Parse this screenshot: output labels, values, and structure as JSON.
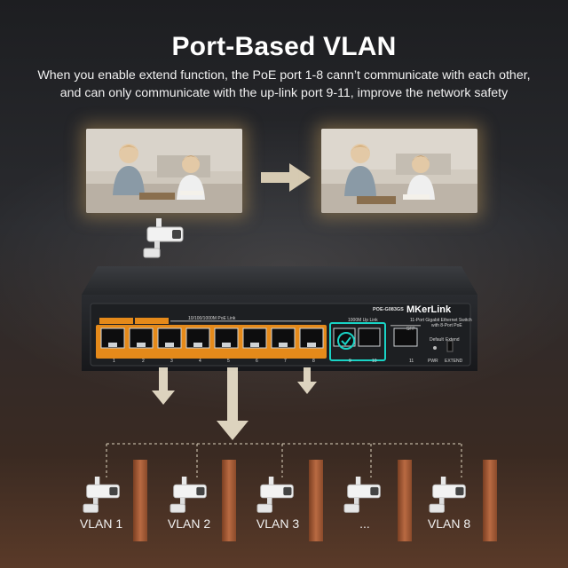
{
  "headline": {
    "title": "Port-Based VLAN",
    "line1": "When you enable extend function, the PoE port 1-8 cann’t communicate with each other,",
    "line2": "and can only communicate with the up-link port 9-11, improve the network safety"
  },
  "switch": {
    "brand": "MKerLink",
    "model": "POE-G083GS",
    "poe_link_label": "10/100/1000M PoE Link",
    "uplink_label": "1000M Up Link",
    "spec_label": "11-Port Gigabit Ethernet Switch",
    "spec_label2": "with 8-Port PoE",
    "sfp_label": "SFP",
    "default_label": "Default",
    "extend_label": "Extend",
    "pwr_label": "PWR",
    "extend_bottom_label": "EXTEND",
    "port_numbers": [
      "1",
      "2",
      "3",
      "4",
      "5",
      "6",
      "7",
      "8",
      "9",
      "10",
      "11"
    ],
    "poe_port_color": "#e58a1a",
    "uplink_highlight_color": "#19d3c5"
  },
  "vlans": [
    "VLAN 1",
    "VLAN 2",
    "VLAN 3",
    "...",
    "VLAN 8"
  ],
  "icons": {
    "transfer_arrow": "right-arrow-icon",
    "camera": "cctv-camera-icon",
    "check": "check-circle-icon"
  }
}
